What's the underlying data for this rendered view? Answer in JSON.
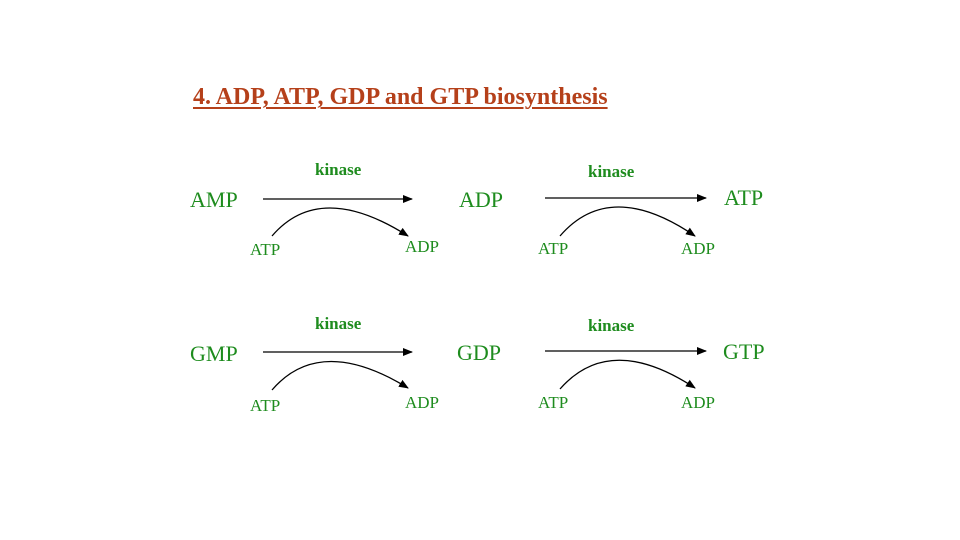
{
  "title": "4. ADP, ATP, GDP and GTP biosynthesis",
  "colors": {
    "title": "#b5401a",
    "labels": "#1e8c1e",
    "arrows": "#000000"
  },
  "reactions": [
    {
      "substrate": "AMP",
      "product": "ADP",
      "enzyme": "kinase",
      "cosubstrate": "ATP",
      "coproduct": "ADP"
    },
    {
      "substrate": "ADP",
      "product": "ATP",
      "enzyme": "kinase",
      "cosubstrate": "ATP",
      "coproduct": "ADP"
    },
    {
      "substrate": "GMP",
      "product": "GDP",
      "enzyme": "kinase",
      "cosubstrate": "ATP",
      "coproduct": "ADP"
    },
    {
      "substrate": "GDP",
      "product": "GTP",
      "enzyme": "kinase",
      "cosubstrate": "ATP",
      "coproduct": "ADP"
    }
  ]
}
